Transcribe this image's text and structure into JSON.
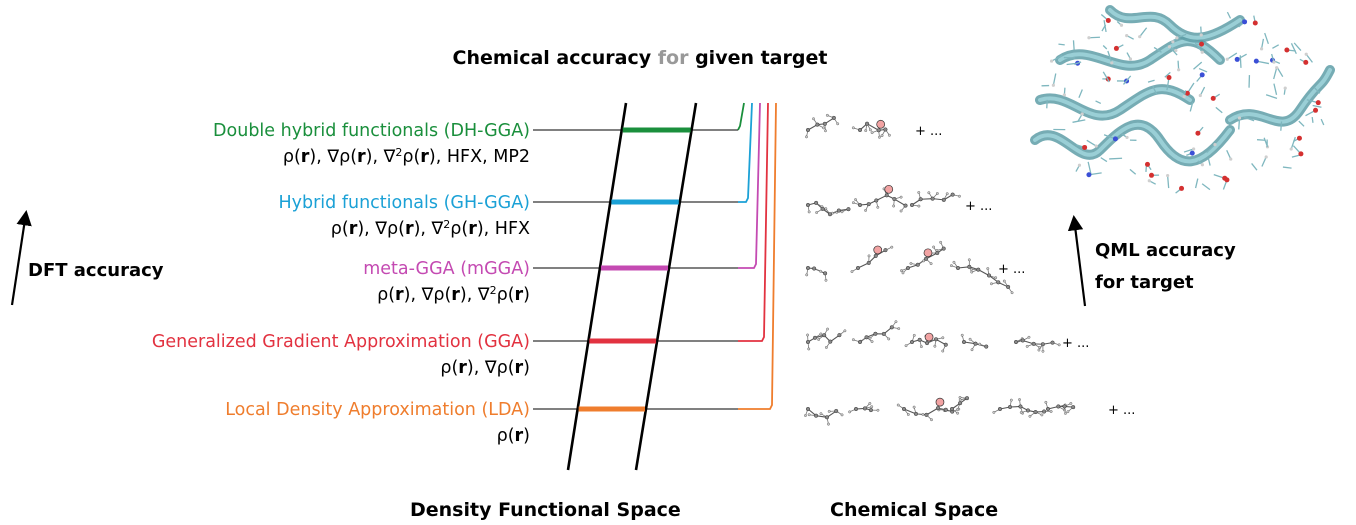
{
  "header": {
    "part1": "Chemical accuracy",
    "part2": "for",
    "part3": "given target"
  },
  "left_axis": {
    "arrow_label": "DFT accuracy"
  },
  "right_axis": {
    "line1": "QML accuracy",
    "line2": "for target"
  },
  "footer": {
    "left": "Density Functional Space",
    "right": "Chemical Space"
  },
  "colors": {
    "dh": "#1a8f3c",
    "hybrid": "#1ba1d6",
    "meta": "#c44ab2",
    "gga": "#e23240",
    "lda": "#ef7d2d",
    "header_gray": "#999999"
  },
  "rungs": [
    {
      "name": "Double hybrid functionals (DH-GGA)",
      "color": "#1a8f3c",
      "ingredients": [
        {
          "t": "ρ("
        },
        {
          "t": "r",
          "b": true
        },
        {
          "t": "), ∇ρ("
        },
        {
          "t": "r",
          "b": true
        },
        {
          "t": "), ∇"
        },
        {
          "t": "2",
          "sup": true
        },
        {
          "t": "ρ("
        },
        {
          "t": "r",
          "b": true
        },
        {
          "t": "), HFX, MP2"
        }
      ],
      "more": "+ ..."
    },
    {
      "name": "Hybrid functionals (GH-GGA)",
      "color": "#1ba1d6",
      "ingredients": [
        {
          "t": "ρ("
        },
        {
          "t": "r",
          "b": true
        },
        {
          "t": "), ∇ρ("
        },
        {
          "t": "r",
          "b": true
        },
        {
          "t": "), ∇"
        },
        {
          "t": "2",
          "sup": true
        },
        {
          "t": "ρ("
        },
        {
          "t": "r",
          "b": true
        },
        {
          "t": "), HFX"
        }
      ],
      "more": "+ ..."
    },
    {
      "name": "meta-GGA (mGGA)",
      "color": "#c44ab2",
      "ingredients": [
        {
          "t": "ρ("
        },
        {
          "t": "r",
          "b": true
        },
        {
          "t": "), ∇ρ("
        },
        {
          "t": "r",
          "b": true
        },
        {
          "t": "), ∇"
        },
        {
          "t": "2",
          "sup": true
        },
        {
          "t": "ρ("
        },
        {
          "t": "r",
          "b": true
        },
        {
          "t": ")"
        }
      ],
      "more": "+ ..."
    },
    {
      "name": "Generalized Gradient Approximation (GGA)",
      "color": "#e23240",
      "ingredients": [
        {
          "t": "ρ("
        },
        {
          "t": "r",
          "b": true
        },
        {
          "t": "), ∇ρ("
        },
        {
          "t": "r",
          "b": true
        },
        {
          "t": ")"
        }
      ],
      "more": "+ ..."
    },
    {
      "name": "Local Density Approximation (LDA)",
      "color": "#ef7d2d",
      "ingredients": [
        {
          "t": "ρ("
        },
        {
          "t": "r",
          "b": true
        },
        {
          "t": ")"
        }
      ],
      "more": "+ ..."
    }
  ]
}
